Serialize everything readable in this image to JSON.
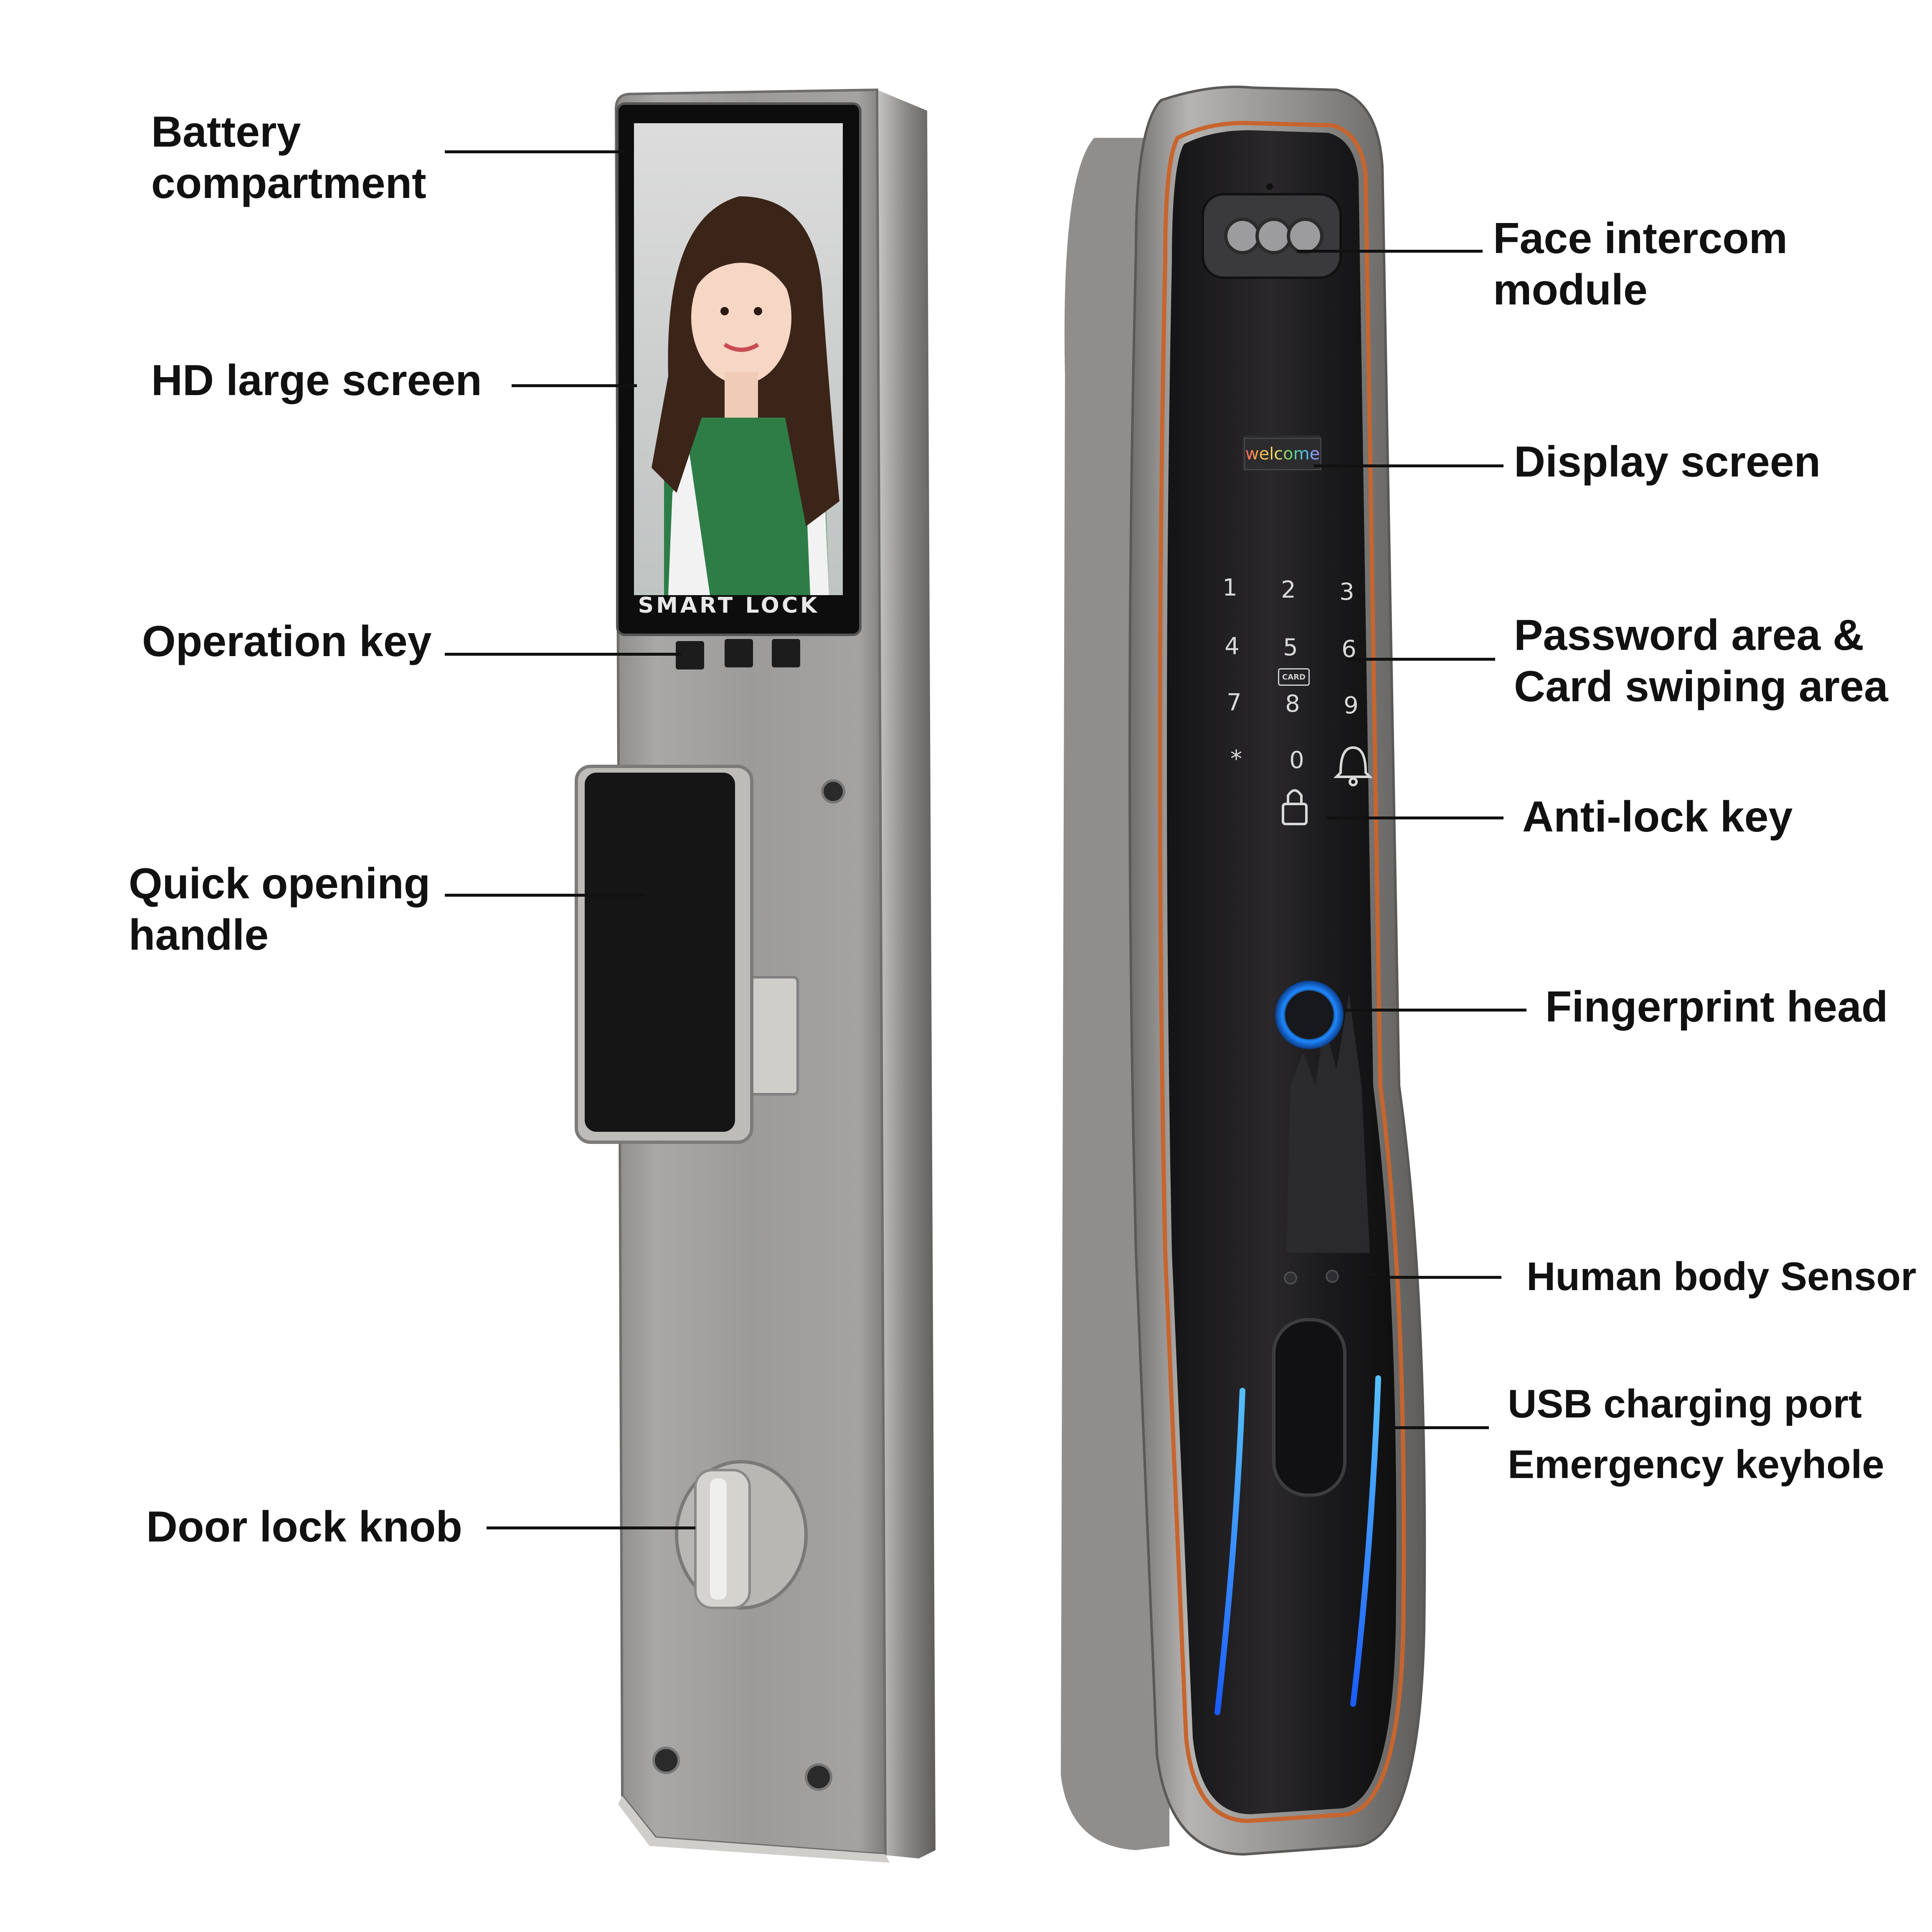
{
  "callouts": {
    "battery": [
      "Battery",
      "compartment"
    ],
    "hd_screen": "HD large screen",
    "operation_key": "Operation key",
    "quick_handle": [
      "Quick opening",
      "handle"
    ],
    "door_knob": "Door lock knob",
    "face_intercom": [
      "Face intercom",
      "module"
    ],
    "display_screen": "Display screen",
    "password_area": [
      "Password area &",
      "Card swiping area"
    ],
    "anti_lock": "Anti-lock key",
    "fingerprint": "Fingerprint head",
    "human_sensor": "Human body Sensor",
    "usb_port": "USB charging port",
    "emergency_keyhole": "Emergency keyhole"
  },
  "lock_screen": {
    "brand": "SMART LOCK",
    "welcome": "welcome"
  },
  "keypad": {
    "keys": [
      "1",
      "2",
      "3",
      "4",
      "5",
      "6",
      "7",
      "8",
      "9",
      "*",
      "0"
    ],
    "card_tag": "CARD"
  },
  "colors": {
    "panel_steel": "#9b9a98",
    "glass_dark": "#1c1b1d",
    "trim_copper": "#c8642e",
    "accent_blue": "#1e88ff",
    "label_text": "#111111"
  }
}
